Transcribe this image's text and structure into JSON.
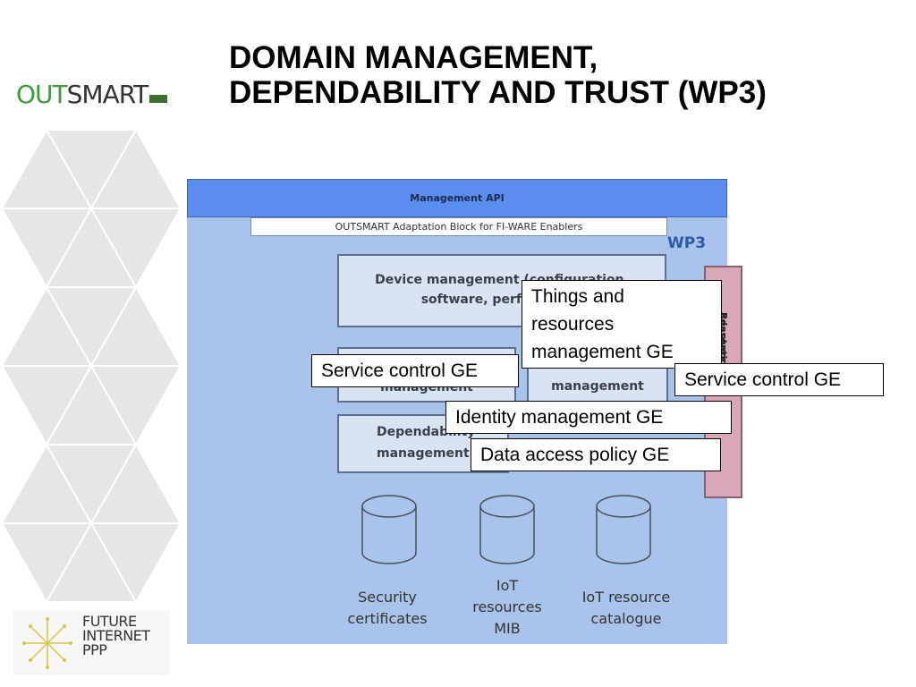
{
  "header": {
    "logo_out": "OUT",
    "logo_smart": "SMART",
    "title_line1": "DOMAIN MANAGEMENT,",
    "title_line2": "DEPENDABILITY AND TRUST (WP3)"
  },
  "diagram": {
    "management_api": "Management API",
    "adaptation_block": "OUTSMART Adaptation Block for FI-WARE Enablers",
    "wp3": "WP3",
    "device_mgmt_line1": "Device management (configuration,",
    "device_mgmt_line2": "software, performance",
    "mid_left_box": "management",
    "mid_right_box": "management",
    "dependability_line1": "Dependability",
    "dependability_line2": "management",
    "ressource_top": "Ressource",
    "ressource_bottom": "adaptation",
    "databases": [
      {
        "line1": "Security",
        "line2": "certificates",
        "line3": ""
      },
      {
        "line1": "IoT",
        "line2": "resources",
        "line3": "MIB"
      },
      {
        "line1": "IoT resource",
        "line2": "catalogue",
        "line3": ""
      }
    ]
  },
  "callouts": {
    "things_line1": "Things and",
    "things_line2": "resources",
    "things_line3": "management GE",
    "service_control_left": "Service control GE",
    "service_control_right": "Service control GE",
    "identity_mgmt": "Identity management GE",
    "data_access": "Data access policy GE"
  },
  "footer_logo": {
    "line1": "FUTURE",
    "line2": "INTERNET",
    "line3": "PPP"
  },
  "colors": {
    "diagram_bg": "#a8c4ea",
    "management_api": "#5b8def",
    "ressource_bar": "#d8a8b8",
    "logo_green": "#3d9a3a"
  }
}
